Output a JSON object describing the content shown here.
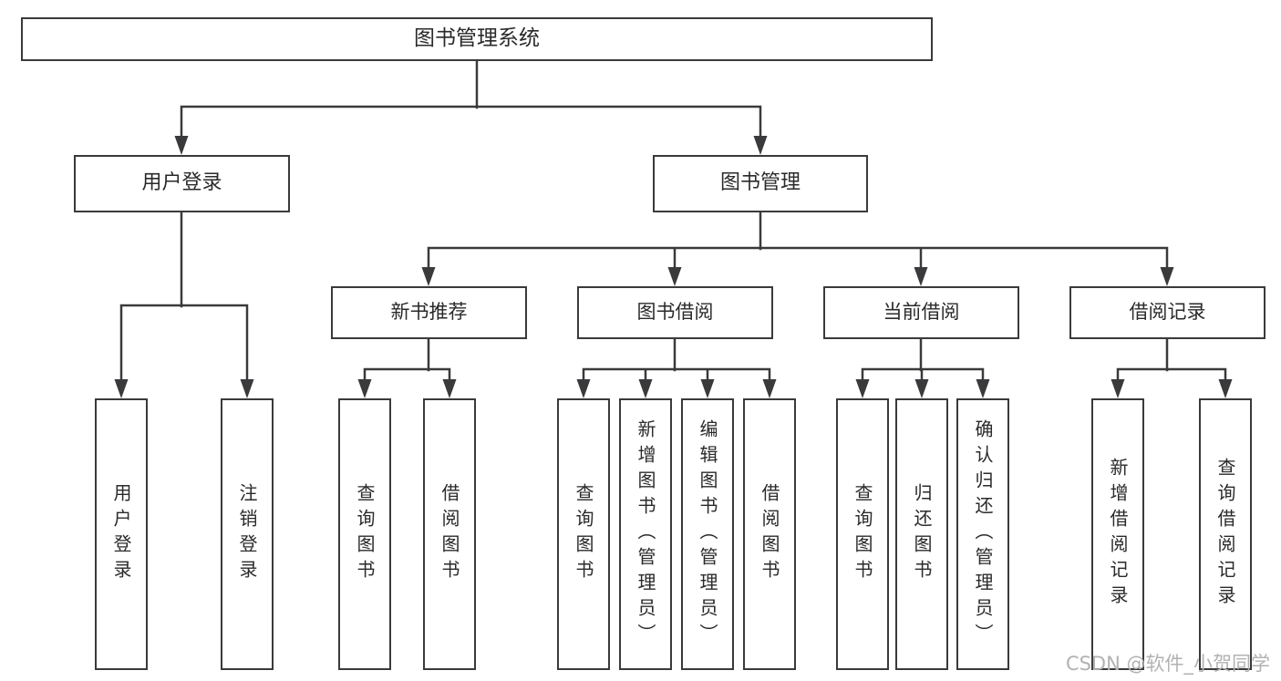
{
  "tree": {
    "label": "图书管理系统",
    "children": [
      {
        "label": "用户登录",
        "children": [
          {
            "label": "用户登录"
          },
          {
            "label": "注销登录"
          }
        ]
      },
      {
        "label": "图书管理",
        "children": [
          {
            "label": "新书推荐",
            "children": [
              {
                "label": "查询图书"
              },
              {
                "label": "借阅图书"
              }
            ]
          },
          {
            "label": "图书借阅",
            "children": [
              {
                "label": "查询图书"
              },
              {
                "label": "新增图书（管理员）"
              },
              {
                "label": "编辑图书（管理员）"
              },
              {
                "label": "借阅图书"
              }
            ]
          },
          {
            "label": "当前借阅",
            "children": [
              {
                "label": "查询图书"
              },
              {
                "label": "归还图书"
              },
              {
                "label": "确认归还（管理员）"
              }
            ]
          },
          {
            "label": "借阅记录",
            "children": [
              {
                "label": "新增借阅记录"
              },
              {
                "label": "查询借阅记录"
              }
            ]
          }
        ]
      }
    ]
  },
  "watermark": {
    "text": "CSDN @软件_小贺同学"
  },
  "colors": {
    "line": "#3a3a3c",
    "text": "#2a2a2c",
    "watermark": "#b2b2b2",
    "background": "#ffffff"
  }
}
